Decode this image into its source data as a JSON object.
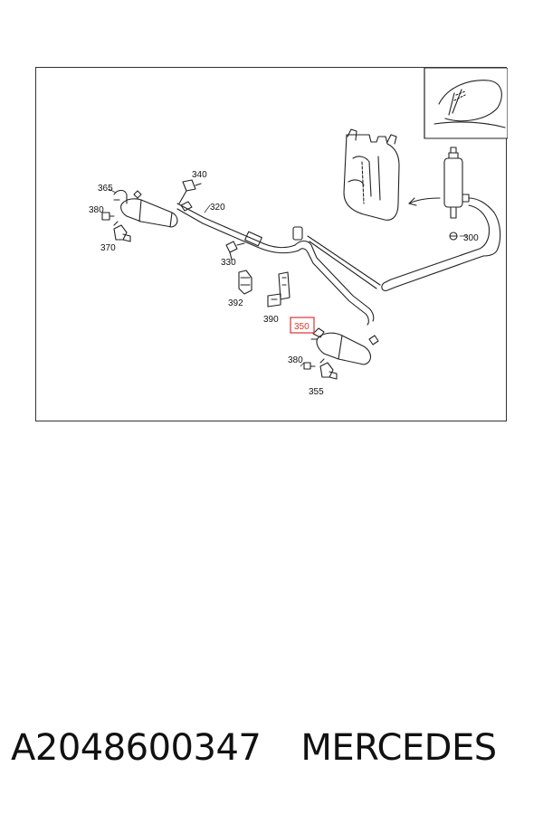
{
  "diagram": {
    "labels": {
      "p300": "300",
      "p320": "320",
      "p330": "330",
      "p340": "340",
      "p350": "350",
      "p355": "355",
      "p365": "365",
      "p370": "370",
      "p380a": "380",
      "p380b": "380",
      "p390": "390",
      "p392": "392"
    },
    "highlight_color": "#e03030",
    "line_color": "#222222"
  },
  "footer": {
    "part_number": "A2048600347",
    "brand": "MERCEDES"
  }
}
